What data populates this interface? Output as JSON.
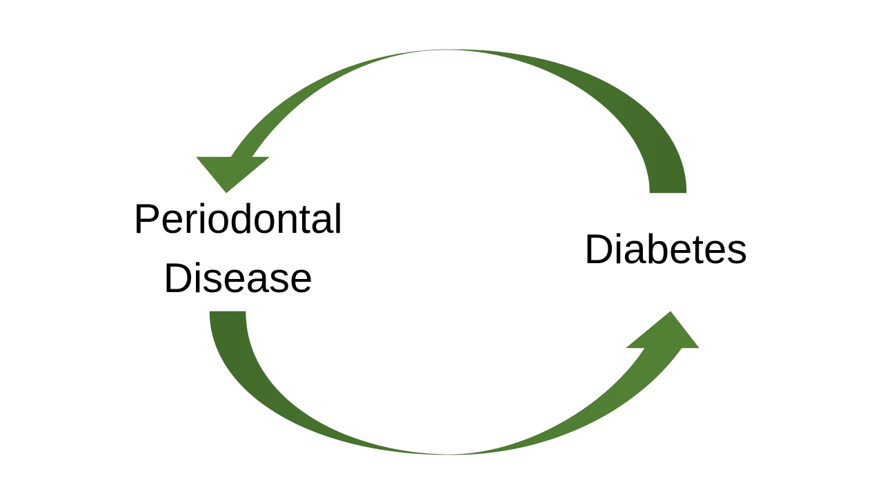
{
  "diagram": {
    "nodes": {
      "periodontal": {
        "lines": [
          "Periodontal",
          "Disease"
        ]
      },
      "diabetes": {
        "lines": [
          "Diabetes"
        ]
      }
    },
    "arrows": [
      {
        "from": "diabetes",
        "to": "periodontal"
      },
      {
        "from": "periodontal",
        "to": "diabetes"
      }
    ],
    "colors": {
      "arrow_light": "#548235",
      "arrow_dark": "#3f6a28",
      "text": "#000000",
      "background": "#ffffff"
    }
  }
}
